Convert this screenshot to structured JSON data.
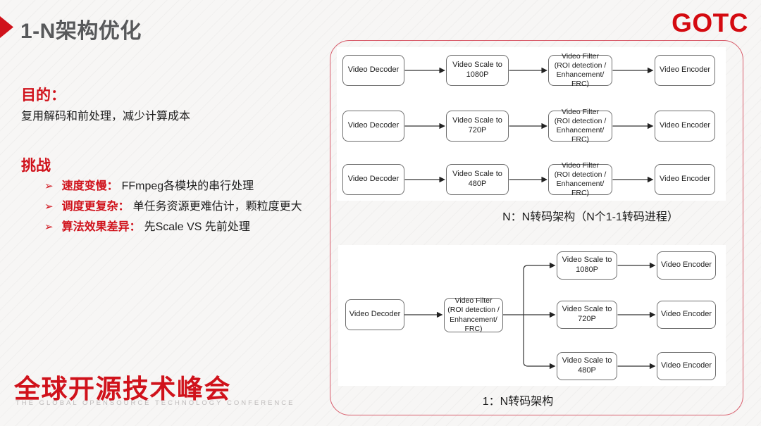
{
  "colors": {
    "accent_red": "#d0121b",
    "title_gray": "#57585a",
    "panel_border": "#d95668",
    "node_border": "#6e6e6e"
  },
  "header": {
    "title": "1-N架构优化",
    "logo": "GOTC"
  },
  "purpose": {
    "heading": "目的：",
    "body": "复用解码和前处理，减少计算成本"
  },
  "challenges": {
    "heading": "挑战",
    "bullet_glyph": "➢",
    "items": [
      {
        "label": "速度变慢：",
        "text": "FFmpeg各模块的串行处理"
      },
      {
        "label": "调度更复杂：",
        "text": "单任务资源更难估计，颗粒度更大"
      },
      {
        "label": "算法效果差异：",
        "text": "先Scale VS 先前处理"
      }
    ]
  },
  "footer": {
    "title_cn": "全球开源技术峰会",
    "subtitle_en": "THE GLOBAL OPENSOURCE TECHNOLOGY CONFERENCE"
  },
  "diagram_nn": {
    "caption": "N：N转码架构（N个1-1转码进程）",
    "rows": [
      {
        "decoder": "Video Decoder",
        "scale": "Video Scale to 1080P",
        "filter": "Video Filter\n(ROI detection /\nEnhancement/ FRC)",
        "encoder": "Video Encoder"
      },
      {
        "decoder": "Video Decoder",
        "scale": "Video Scale to 720P",
        "filter": "Video Filter\n(ROI detection /\nEnhancement/ FRC)",
        "encoder": "Video Encoder"
      },
      {
        "decoder": "Video Decoder",
        "scale": "Video Scale to 480P",
        "filter": "Video Filter\n(ROI detection /\nEnhancement/ FRC)",
        "encoder": "Video Encoder"
      }
    ]
  },
  "diagram_1n": {
    "caption": "1：N转码架构",
    "decoder": "Video Decoder",
    "filter": "Video Filter\n(ROI detection /\nEnhancement/ FRC)",
    "branches": [
      {
        "scale": "Video Scale to 1080P",
        "encoder": "Video Encoder"
      },
      {
        "scale": "Video Scale to 720P",
        "encoder": "Video Encoder"
      },
      {
        "scale": "Video Scale to 480P",
        "encoder": "Video Encoder"
      }
    ]
  }
}
